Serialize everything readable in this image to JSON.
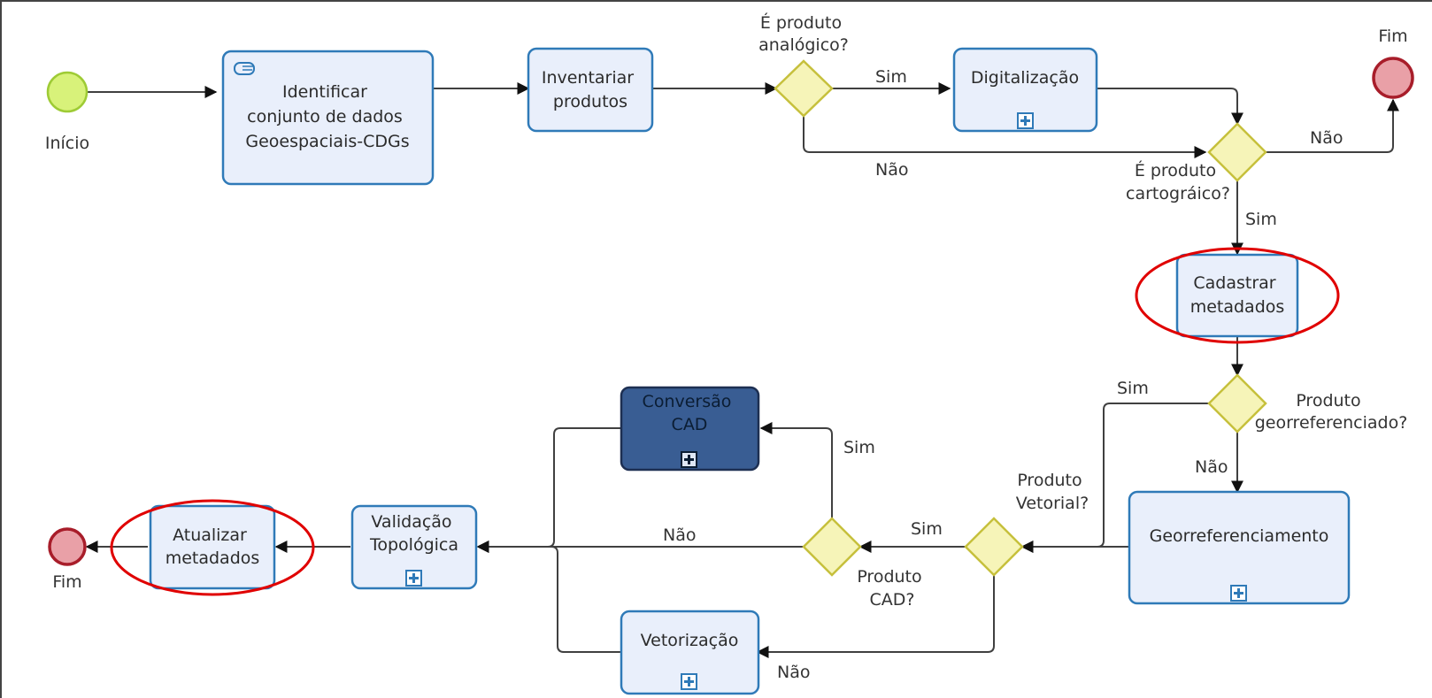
{
  "events": {
    "start_label": "Início",
    "end_top_label": "Fim",
    "end_bottom_label": "Fim"
  },
  "tasks": {
    "identificar": [
      "Identificar",
      "conjunto de dados",
      "Geoespaciais-CDGs"
    ],
    "inventariar": [
      "Inventariar",
      "produtos"
    ],
    "digitalizacao": [
      "Digitalização"
    ],
    "cadastrar": [
      "Cadastrar",
      "metadados"
    ],
    "georreferenciamento": [
      "Georreferenciamento"
    ],
    "conversao_cad": [
      "Conversão",
      "CAD"
    ],
    "vetorizacao": [
      "Vetorização"
    ],
    "validacao": [
      "Validação",
      "Topológica"
    ],
    "atualizar": [
      "Atualizar",
      "metadados"
    ]
  },
  "gateways": {
    "analogico": [
      "É produto",
      "analógico?"
    ],
    "cartografico": [
      "É produto",
      "cartográico?"
    ],
    "georreferenciado": [
      "Produto",
      "georreferenciado?"
    ],
    "vetorial": [
      "Produto",
      "Vetorial?"
    ],
    "cad": [
      "Produto",
      "CAD?"
    ]
  },
  "flows": {
    "analogico_sim": "Sim",
    "analogico_nao": "Não",
    "cartografico_nao": "Não",
    "cartografico_sim": "Sim",
    "georref_sim": "Sim",
    "georref_nao": "Não",
    "vetorial_sim": "Sim",
    "cad_sim": "Sim",
    "cad_nao": "Não",
    "vetorial_nao": "Não"
  },
  "colors": {
    "task_fill": "#e9effb",
    "task_border": "#2f7ab8",
    "task_dark_fill": "#395d93",
    "gateway_fill": "#f6f4b8",
    "start_fill": "#d8f27a",
    "end_fill": "#e9a0a7",
    "highlight": "#e00000"
  }
}
